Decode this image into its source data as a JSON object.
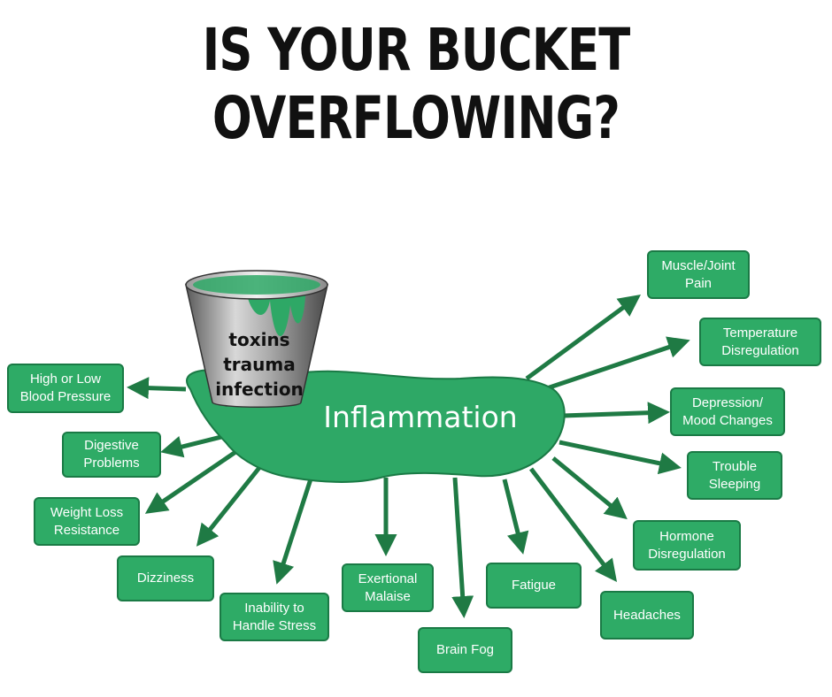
{
  "title": "IS YOUR BUCKET OVERFLOWING?",
  "center": "Inflammation",
  "bucket": {
    "lines": [
      "toxins",
      "trauma",
      "infection"
    ]
  },
  "symptoms": [
    {
      "id": "high-or-low-blood-pressure",
      "label": "High or Low\nBlood Pressure"
    },
    {
      "id": "digestive-problems",
      "label": "Digestive\nProblems"
    },
    {
      "id": "weight-loss-resistance",
      "label": "Weight Loss\nResistance"
    },
    {
      "id": "dizziness",
      "label": "Dizziness"
    },
    {
      "id": "inability-to-handle-stress",
      "label": "Inability to\nHandle Stress"
    },
    {
      "id": "exertional-malaise",
      "label": "Exertional\nMalaise"
    },
    {
      "id": "brain-fog",
      "label": "Brain Fog"
    },
    {
      "id": "fatigue",
      "label": "Fatigue"
    },
    {
      "id": "headaches",
      "label": "Headaches"
    },
    {
      "id": "hormone-disregulation",
      "label": "Hormone\nDisregulation"
    },
    {
      "id": "trouble-sleeping",
      "label": "Trouble\nSleeping"
    },
    {
      "id": "depression-mood-changes",
      "label": "Depression/\nMood Changes"
    },
    {
      "id": "temperature-disregulation",
      "label": "Temperature\nDisregulation"
    },
    {
      "id": "muscle-joint-pain",
      "label": "Muscle/Joint\nPain"
    }
  ],
  "colors": {
    "green": "#2eab66",
    "dark_green": "#1a7a45",
    "arrow": "#1f7a44"
  }
}
